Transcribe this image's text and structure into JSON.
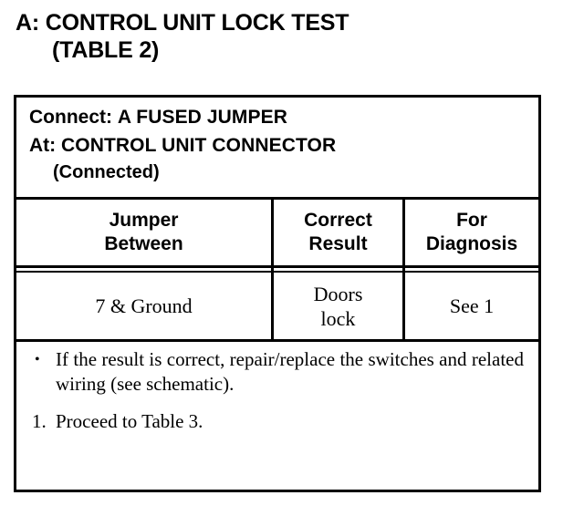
{
  "title": {
    "line1": "A: CONTROL UNIT LOCK TEST",
    "line2": "(TABLE 2)"
  },
  "table": {
    "connect": {
      "connect_label": "Connect:",
      "connect_value": "A FUSED JUMPER",
      "at_label": "At:",
      "at_value": "CONTROL UNIT CONNECTOR",
      "sub_note": "(Connected)"
    },
    "columns": [
      {
        "line1": "Jumper",
        "line2": "Between"
      },
      {
        "line1": "Correct",
        "line2": "Result"
      },
      {
        "line1": "For",
        "line2": "Diagnosis"
      }
    ],
    "rows": [
      {
        "jumper_between": "7 & Ground",
        "correct_result_line1": "Doors",
        "correct_result_line2": "lock",
        "for_diagnosis": "See 1"
      }
    ],
    "notes": {
      "bullet_symbol": "•",
      "bullet_text": "If the result is correct, repair/replace the switches and related wiring (see schematic).",
      "numbered_marker": "1.",
      "numbered_text": "Proceed to Table 3."
    }
  },
  "colors": {
    "ink": "#000000",
    "paper": "#ffffff"
  }
}
